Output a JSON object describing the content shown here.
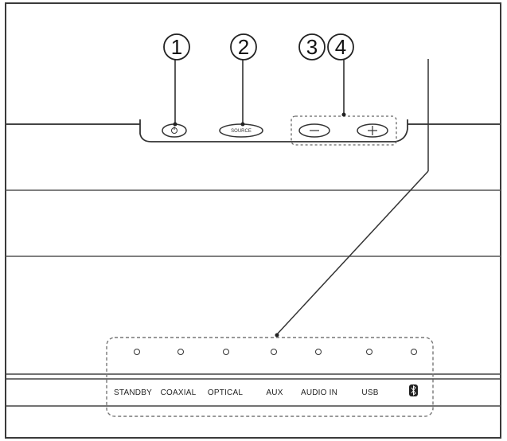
{
  "callouts": [
    {
      "number": "1",
      "target": "power-button"
    },
    {
      "number": "2",
      "target": "source-button"
    },
    {
      "number": "3",
      "target": "volume-down-button"
    },
    {
      "number": "4",
      "target": "volume-up-button"
    }
  ],
  "buttons": {
    "source_label": "SOURCE"
  },
  "indicators": [
    {
      "label": "STANDBY"
    },
    {
      "label": "COAXIAL"
    },
    {
      "label": "OPTICAL"
    },
    {
      "label": "AUX"
    },
    {
      "label": "AUDIO IN"
    },
    {
      "label": "USB"
    },
    {
      "label": "",
      "icon": "bluetooth-icon"
    }
  ]
}
